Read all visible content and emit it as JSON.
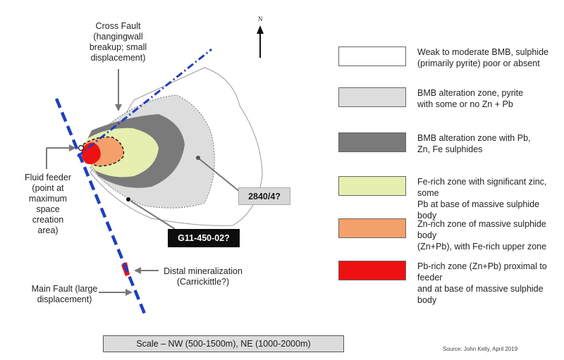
{
  "north_label": "N",
  "labels": {
    "cross_fault": "Cross Fault\n(hangingwall\nbreakup; small\ndisplacement)",
    "fluid_feeder": "Fluid feeder\n(point at\nmaximum\nspace\ncreation\narea)",
    "distal": "Distal mineralization\n(Carrickittle?)",
    "main_fault": "Main Fault (large\ndisplacement)"
  },
  "tags": {
    "sample_a": "2840/4?",
    "sample_b": "G11-450-02?"
  },
  "legend": [
    {
      "color": "#ffffff",
      "text": "Weak to moderate BMB, sulphide\n(primarily pyrite) poor or absent"
    },
    {
      "color": "#dddddd",
      "text": "BMB alteration zone, pyrite\nwith some or no Zn + Pb"
    },
    {
      "color": "#7a7a7a",
      "text": "BMB alteration zone with Pb,\nZn, Fe sulphides"
    },
    {
      "color": "#e6efb0",
      "text": "Fe-rich zone with significant zinc, some\nPb at base of massive sulphide body"
    },
    {
      "color": "#f4a06a",
      "text": "Zn-rich zone of massive sulphide body\n(Zn+Pb), with Fe-rich upper zone"
    },
    {
      "color": "#ee1111",
      "text": "Pb-rich zone (Zn+Pb) proximal to feeder\nand at base of massive sulphide body"
    }
  ],
  "scale": "Scale – NW (500-1500m), NE (1000-2000m)",
  "source": "Source: John Kelly, April 2019",
  "colors": {
    "fault": "#1e3fbf",
    "weak_zone": "#ffffff",
    "light_grey": "#dddddd",
    "dark_grey": "#7a7a7a",
    "fe_zone": "#e6efb0",
    "zn_zone": "#f4a06a",
    "pb_zone": "#ee1111"
  }
}
